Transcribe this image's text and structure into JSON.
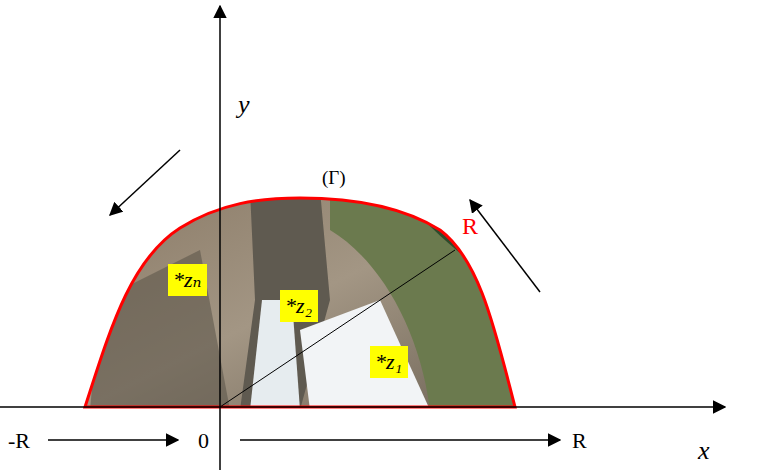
{
  "diagram": {
    "nodes": [
      {
        "text": [
          "*zₙ"
        ]
      },
      {
        "text": [
          "*z₂"
        ]
      },
      {
        "text": [
          "*z₁"
        ]
      }
    ],
    "labels": [
      "y",
      "(Γ)",
      "R",
      "x",
      "-R",
      "0",
      "R"
    ]
  }
}
